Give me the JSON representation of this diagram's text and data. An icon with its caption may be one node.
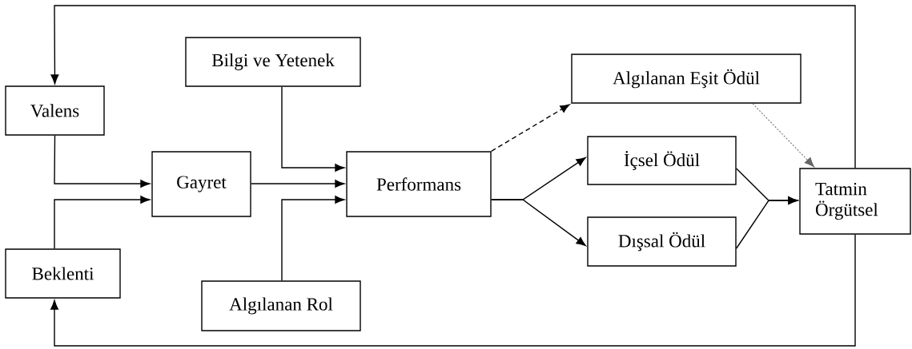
{
  "diagram": {
    "nodes": [
      {
        "text": [
          "Valens"
        ]
      },
      {
        "text": [
          "Bilgi ve Yetenek"
        ]
      },
      {
        "text": [
          "Gayret"
        ]
      },
      {
        "text": [
          "Algılanan Eşit Ödül"
        ]
      },
      {
        "text": [
          "Performans"
        ]
      },
      {
        "text": [
          "İçsel Ödül"
        ]
      },
      {
        "text": [
          "Dışsal Ödül"
        ]
      },
      {
        "text": [
          "Beklenti"
        ]
      },
      {
        "text": [
          "Algılanan Rol"
        ]
      },
      {
        "text": [
          "Tatmin Örgütsel"
        ]
      }
    ],
    "edges": [
      {
        "from": 9,
        "to": 0,
        "arrow": "to"
      },
      {
        "from": 9,
        "to": 7,
        "arrow": "to"
      },
      {
        "from": 0,
        "to": 2,
        "arrow": "to"
      },
      {
        "from": 7,
        "to": 2,
        "arrow": "to"
      },
      {
        "from": 1,
        "to": 4,
        "arrow": "to"
      },
      {
        "from": 2,
        "to": 4,
        "arrow": "to"
      },
      {
        "from": 8,
        "to": 4,
        "arrow": "to"
      },
      {
        "from": 4,
        "to": 3,
        "arrow": "to",
        "style": "dashed"
      },
      {
        "from": 4,
        "to": 5,
        "arrow": "to"
      },
      {
        "from": 4,
        "to": 6,
        "arrow": "to"
      },
      {
        "from": 5,
        "to": 9,
        "arrow": "to"
      },
      {
        "from": 6,
        "to": 9,
        "arrow": "to"
      },
      {
        "from": 3,
        "to": 9,
        "arrow": "to",
        "style": "dashed",
        "color": "#666666"
      }
    ]
  }
}
